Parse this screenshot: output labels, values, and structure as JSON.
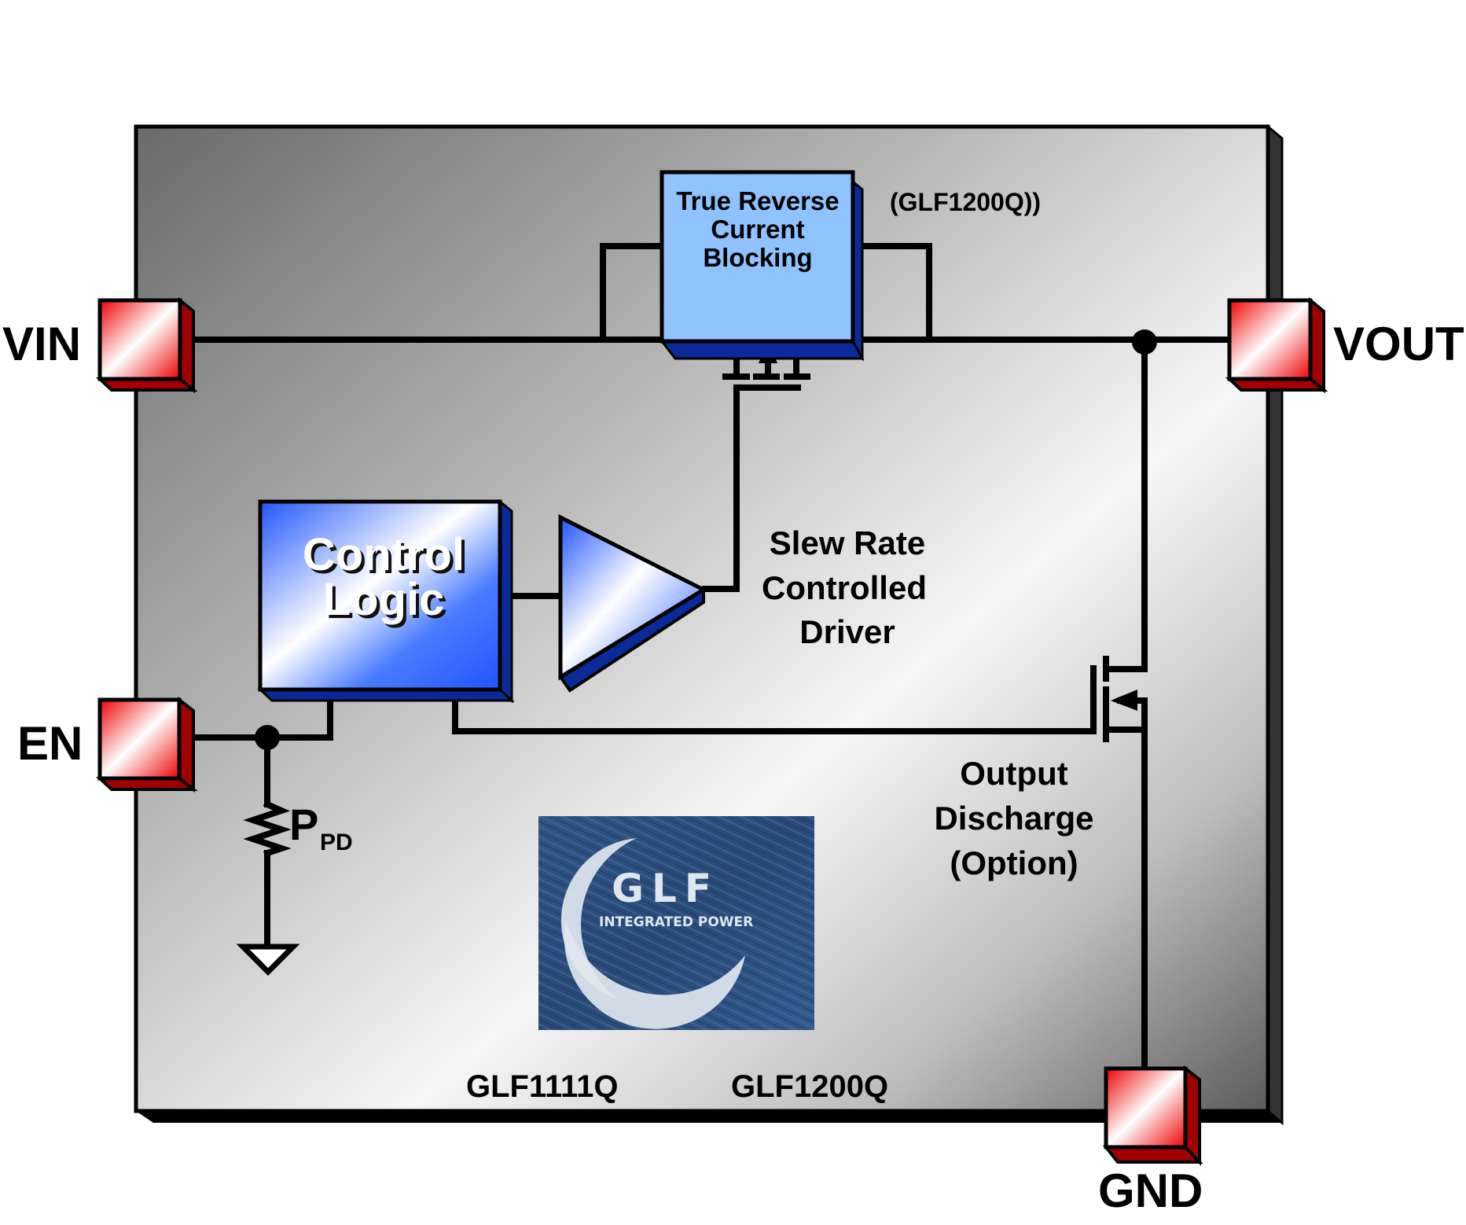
{
  "diagram": {
    "title": "Load switch block diagram",
    "pins": {
      "vin": "VIN",
      "vout": "VOUT",
      "en": "EN",
      "gnd": "GND"
    },
    "blocks": {
      "reverse_blocking": [
        "True Reverse",
        "Current",
        "Blocking"
      ],
      "reverse_blocking_note": "(GLF1200Q))",
      "control_logic": [
        "Control",
        "Logic"
      ],
      "driver_label": [
        "Slew Rate",
        "Controlled",
        "Driver"
      ],
      "discharge_label": [
        "Output",
        "Discharge",
        "(Option)"
      ]
    },
    "resistor": {
      "main": "P",
      "sub": "PD"
    },
    "logo": {
      "name": "GLF",
      "tagline": "INTEGRATED POWER"
    },
    "part_numbers": [
      "GLF1111Q",
      "GLF1200Q"
    ],
    "colors": {
      "pad_red": "#ee0000",
      "pad_dark": "#a00000",
      "block_light_blue": "#8fc3ff",
      "block_blue": "#1f55ff",
      "block_dark_blue": "#0a2a9a",
      "logo_blue": "#2c4f80"
    }
  }
}
